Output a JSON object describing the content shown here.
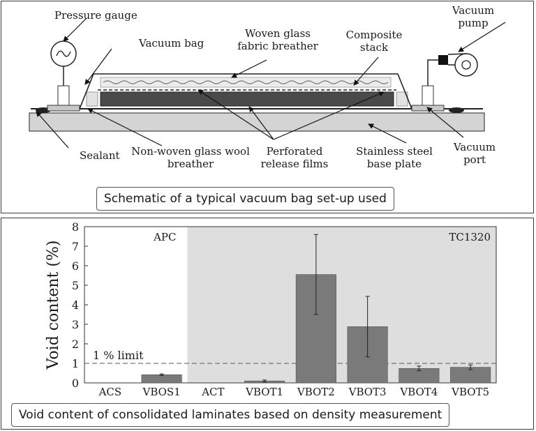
{
  "top": {
    "labels": {
      "pressure_gauge": "Pressure gauge",
      "vacuum_bag": "Vacuum bag",
      "woven_breather": "Woven glass fabric breather",
      "composite_stack": "Composite stack",
      "vacuum_pump": "Vacuum pump",
      "sealant": "Sealant",
      "nonwoven_breather": "Non-woven glass wool breather",
      "perforated_films": "Perforated release films",
      "base_plate": "Stainless steel base plate",
      "vacuum_port": "Vacuum port"
    },
    "caption": "Schematic of a typical vacuum bag set-up used"
  },
  "bottom": {
    "caption": "Void content of consolidated laminates based on density measurement"
  },
  "chart_data": {
    "type": "bar",
    "ylabel": "Void content (%)",
    "ylim": [
      0,
      8
    ],
    "yticks": [
      0,
      1,
      2,
      3,
      4,
      5,
      6,
      7,
      8
    ],
    "categories": [
      "ACS",
      "VBOS1",
      "ACT",
      "VBOT1",
      "VBOT2",
      "VBOT3",
      "VBOT4",
      "VBOT5"
    ],
    "values": [
      0,
      0.42,
      0,
      0.1,
      5.55,
      2.88,
      0.74,
      0.8
    ],
    "errors": [
      0,
      0.04,
      0,
      0.05,
      2.05,
      1.55,
      0.12,
      0.12
    ],
    "groups": [
      {
        "name": "APC",
        "categories": [
          "ACS",
          "VBOS1"
        ]
      },
      {
        "name": "TC1320",
        "categories": [
          "ACT",
          "VBOT1",
          "VBOT2",
          "VBOT3",
          "VBOT4",
          "VBOT5"
        ]
      }
    ],
    "reference_line": {
      "value": 1,
      "label": "1 % limit"
    },
    "colors": {
      "bar": "#7a7a7a",
      "shaded_region": "#dedede",
      "axis": "#333333"
    }
  }
}
